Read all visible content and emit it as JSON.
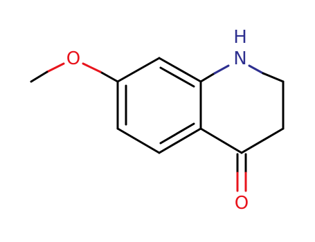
{
  "diagram": {
    "type": "chemical-structure",
    "colors": {
      "bond": "#000000",
      "oxygen": "#e8141c",
      "nitrogen": "#2d2f8f",
      "background": "#ffffff"
    },
    "atom_labels": {
      "n1": "N",
      "h1": "H",
      "o_methoxy": "O",
      "o_carbonyl": "O"
    }
  }
}
